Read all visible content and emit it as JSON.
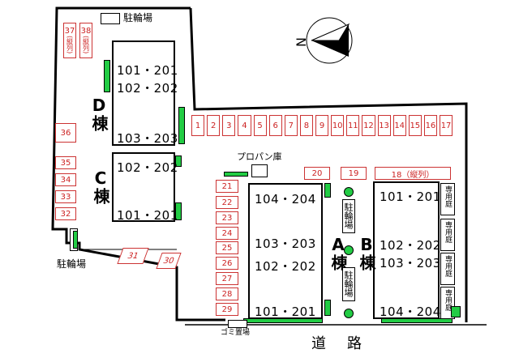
{
  "compass_mark": "N",
  "labels": {
    "bike_parking_top": "駐輪場",
    "bike_parking_left": "駐輪場",
    "propane": "プロパン庫",
    "garbage": "ゴミ置場",
    "road": "道　路",
    "bike_parking_mid_1": "駐輪場",
    "bike_parking_mid_2": "駐輪場",
    "private_garden": "専用庭"
  },
  "buildings": {
    "D": {
      "wing": "D棟",
      "units": [
        "101・201",
        "102・202",
        "103・203"
      ]
    },
    "C": {
      "wing": "C棟",
      "units": [
        "102・202",
        "101・201"
      ]
    },
    "A": {
      "wing": "A棟",
      "units": [
        "104・204",
        "103・203",
        "102・202",
        "101・201"
      ]
    },
    "B": {
      "wing": "B棟",
      "units": [
        "101・201",
        "102・202",
        "103・203",
        "104・204"
      ]
    }
  },
  "parking": {
    "top_row": [
      "1",
      "2",
      "3",
      "4",
      "5",
      "6",
      "7",
      "8",
      "9",
      "10",
      "11",
      "12",
      "13",
      "14",
      "15",
      "16",
      "17"
    ],
    "top_left": [
      {
        "num": "37",
        "note": "(縦列)"
      },
      {
        "num": "38",
        "note": "(縦列)"
      }
    ],
    "left_col": [
      "36",
      "35",
      "34",
      "33",
      "32"
    ],
    "center_col": [
      "21",
      "22",
      "23",
      "24",
      "25",
      "26",
      "27",
      "28",
      "29"
    ],
    "bottom_left": [
      "31",
      "30"
    ],
    "mid_row": [
      "20",
      "19",
      "18（縦列）"
    ]
  }
}
